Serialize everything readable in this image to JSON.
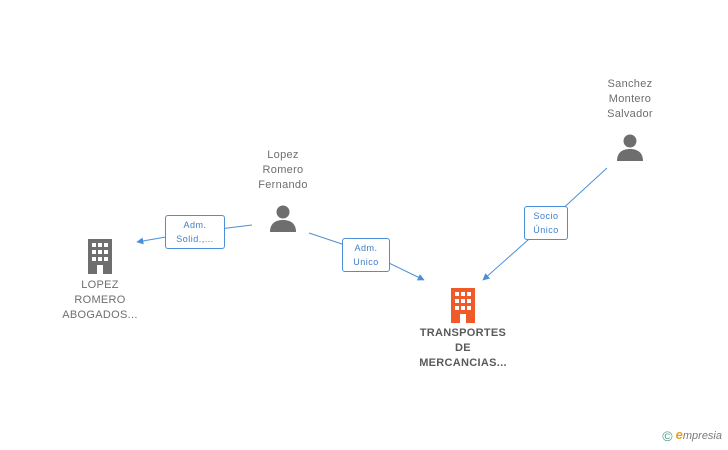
{
  "nodes": {
    "lopez_romero_fernando": {
      "lines": [
        "Lopez",
        "Romero",
        "Fernando"
      ]
    },
    "sanchez_montero_salvador": {
      "lines": [
        "Sanchez",
        "Montero",
        "Salvador"
      ]
    },
    "lopez_romero_abogados": {
      "lines": [
        "LOPEZ",
        "ROMERO",
        "ABOGADOS..."
      ]
    },
    "transportes": {
      "lines": [
        "TRANSPORTES",
        "DE",
        "MERCANCIAS..."
      ]
    }
  },
  "edges": {
    "adm_solid": {
      "lines": [
        "Adm.",
        "Solid.,..."
      ]
    },
    "adm_unico": {
      "lines": [
        "Adm.",
        "Unico"
      ]
    },
    "socio_unico": {
      "lines": [
        "Socio",
        "Único"
      ]
    }
  },
  "colors": {
    "edge": "#4a90d9",
    "person_icon": "#6e6e6e",
    "company_icon": "#6e6e6e",
    "main_company_icon": "#f05a28"
  },
  "icons": {
    "person": "person-icon",
    "company": "building-icon"
  },
  "brand": {
    "copyright": "©",
    "e": "e",
    "rest": "mpresia"
  }
}
